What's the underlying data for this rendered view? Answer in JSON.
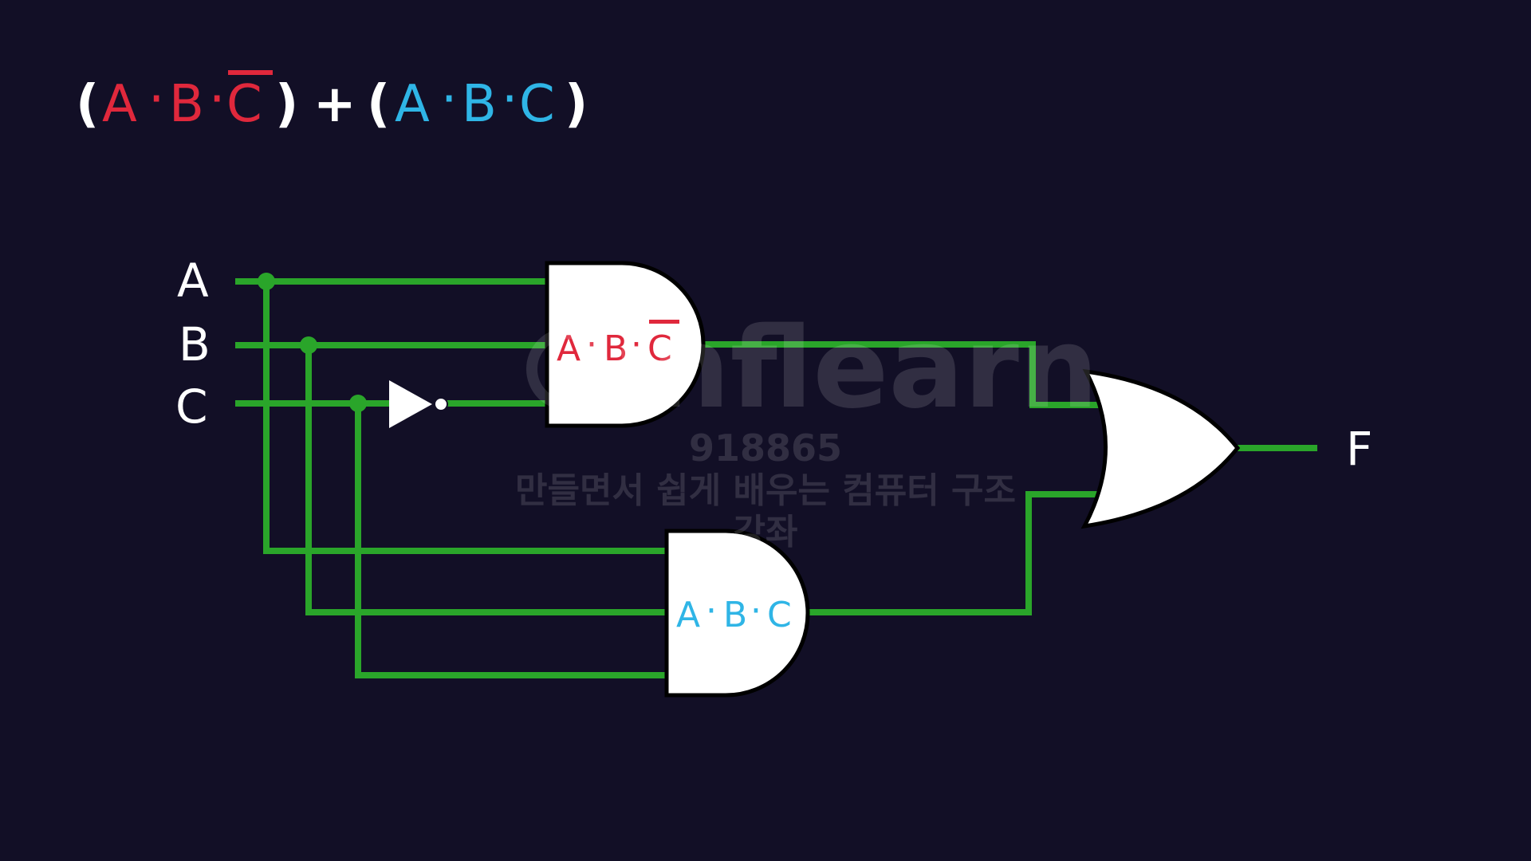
{
  "expression": {
    "open1": "(",
    "t1a": "A",
    "dot1": "·",
    "t1b": "B",
    "dot2": "·",
    "t1c": "C",
    "close1": ")",
    "plus": "+",
    "open2": "(",
    "t2a": "A",
    "dot3": "·",
    "t2b": "B",
    "dot4": "·",
    "t2c": "C",
    "close2": ")"
  },
  "inputs": {
    "a": "A",
    "b": "B",
    "c": "C"
  },
  "output": {
    "f": "F"
  },
  "gate1_label": {
    "a": "A",
    "d1": "·",
    "b": "B",
    "d2": "·",
    "c": "C"
  },
  "gate2_label": {
    "a": "A",
    "d1": "·",
    "b": "B",
    "d2": "·",
    "c": "C"
  },
  "watermark": {
    "logo": "inflearn",
    "id": "918865",
    "course_line1": "만들면서 쉽게 배우는 컴퓨터 구조",
    "course_line2": "강좌"
  },
  "colors": {
    "background": "#120f26",
    "wire": "#2aa52a",
    "term1": "#e0283c",
    "term2": "#2fb5e6",
    "text": "#ffffff",
    "gate_fill": "#ffffff",
    "gate_stroke": "#000000"
  }
}
